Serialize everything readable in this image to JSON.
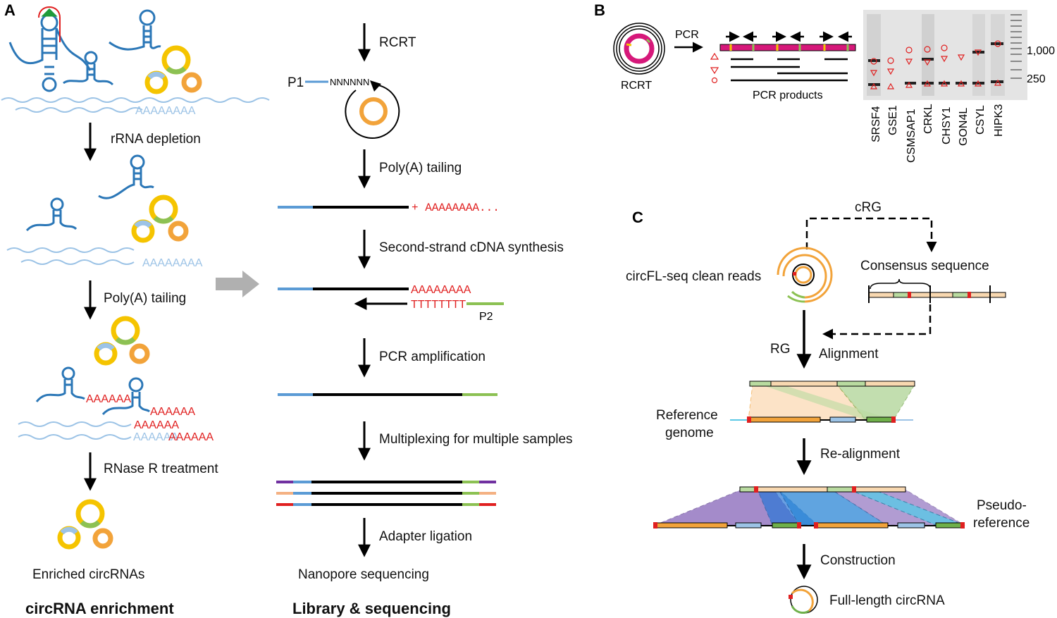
{
  "panel_a": {
    "label": "A",
    "steps": {
      "rrna": "rRNA depletion",
      "polya": "Poly(A) tailing",
      "rnaser": "RNase R treatment"
    },
    "polya_text": "AAAAAAAA",
    "tail6": "AAAAAA",
    "enriched": "Enriched circRNAs",
    "title": "circRNA enrichment"
  },
  "library": {
    "rcrt": "RCRT",
    "p1": "P1",
    "nnn": "NNNNNN",
    "polya": "Poly(A) tailing",
    "tail": "+ AAAAAAAA...",
    "second": "Second-strand cDNA synthesis",
    "a8": "AAAAAAAA",
    "t8": "TTTTTTTT",
    "p2": "P2",
    "pcr": "PCR amplification",
    "multiplex": "Multiplexing for multiple samples",
    "adapter": "Adapter ligation",
    "nanopore": "Nanopore sequencing",
    "title": "Library & sequencing"
  },
  "panel_b": {
    "label": "B",
    "rcrt": "RCRT",
    "pcr": "PCR",
    "products": "PCR products",
    "ladder": [
      "1,000",
      "250"
    ],
    "lanes": [
      "SRSF4",
      "GSE1",
      "CSMSAP1",
      "CRKL",
      "CHSY1",
      "GON4L",
      "CSYL",
      "HIPK3"
    ]
  },
  "panel_c": {
    "label": "C",
    "crg": "cRG",
    "clean_reads": "circFL-seq clean reads",
    "consensus": "Consensus sequence",
    "rg": "RG",
    "alignment": "Alignment",
    "ref1": "Reference",
    "ref2": "genome",
    "realign": "Re-alignment",
    "pseudo1": "Pseudo-",
    "pseudo2": "reference",
    "construction": "Construction",
    "full": "Full-length circRNA"
  },
  "colors": {
    "blue": "#2b77b7",
    "light_blue": "#9cc3e6",
    "yellow": "#f5c400",
    "orange": "#f2a33a",
    "green": "#8cc153",
    "red": "#e02020",
    "purple": "#7030a0",
    "magenta": "#d6187a"
  }
}
